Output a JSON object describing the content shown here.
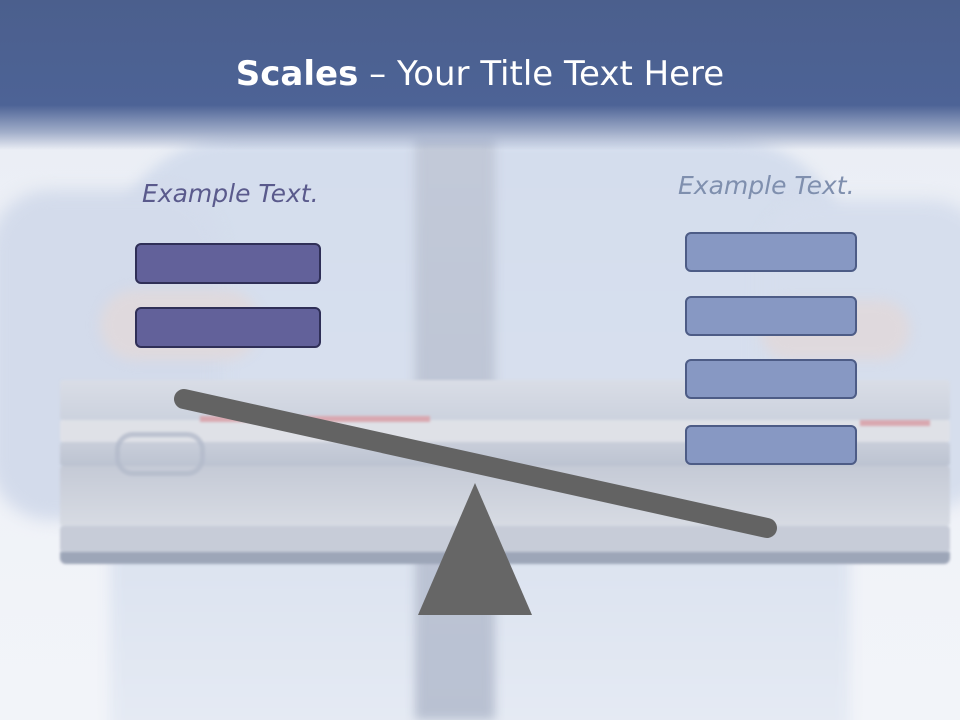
{
  "slide": {
    "title_strong": "Scales",
    "title_rest": " – Your Title Text Here"
  },
  "left_panel": {
    "label": "Example Text.",
    "boxes": 2,
    "box_color": "#62619a"
  },
  "right_panel": {
    "label": "Example Text.",
    "boxes": 4,
    "box_color": "#8798c3"
  },
  "colors": {
    "header": "#4d6396",
    "scale": "#636363"
  },
  "background": {
    "description_icon": "businessman-holding-document-stack-photo"
  }
}
